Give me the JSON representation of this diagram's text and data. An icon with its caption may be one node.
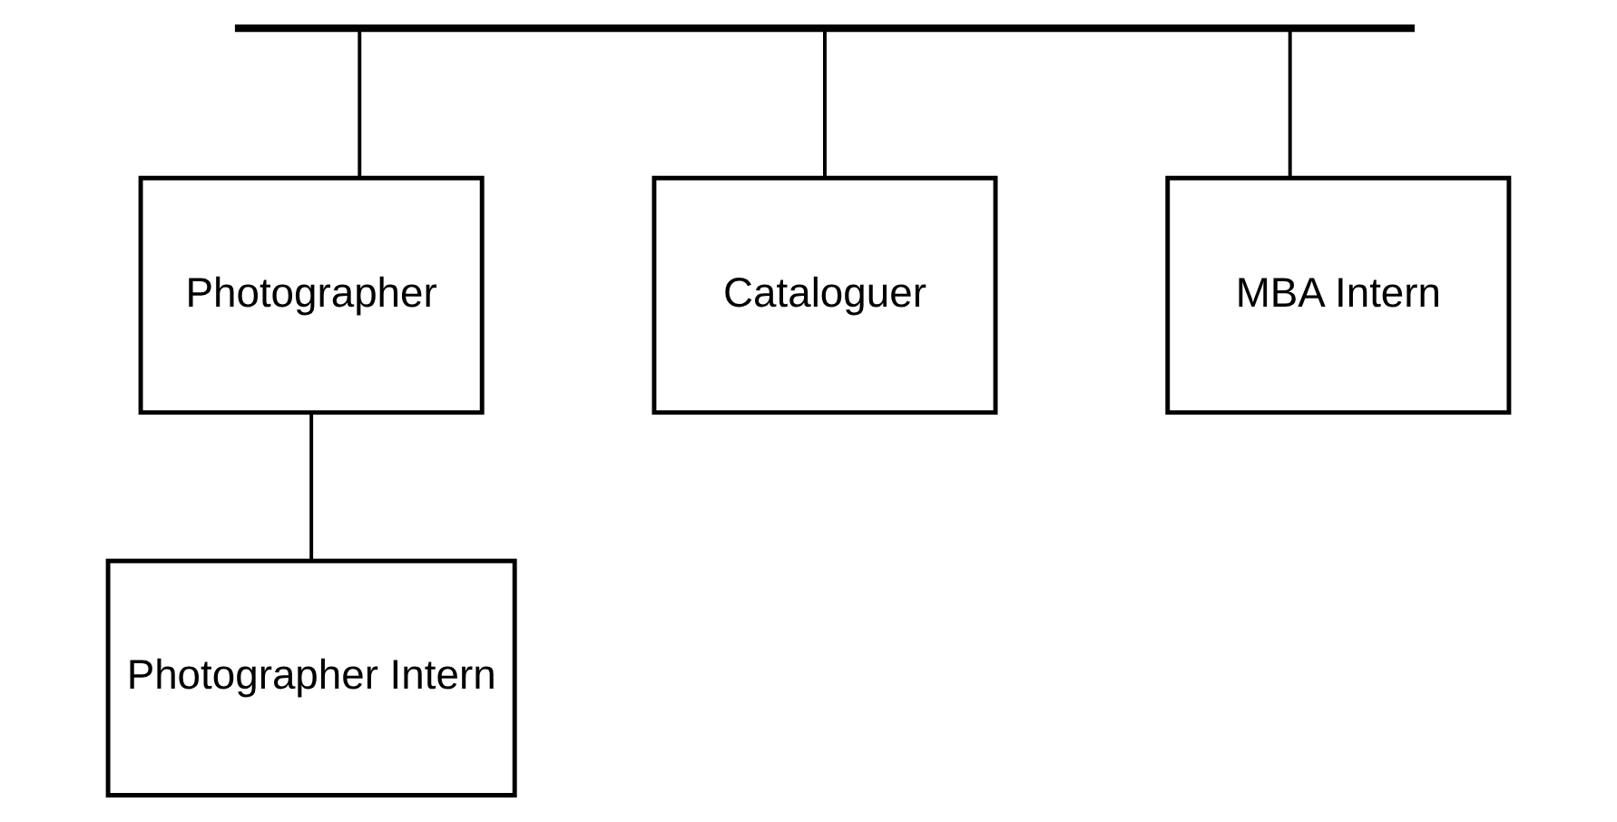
{
  "diagram": {
    "nodes": [
      {
        "text": [],
        "shape": "bar"
      },
      {
        "text": [
          "Photographer"
        ]
      },
      {
        "text": [
          "Cataloguer"
        ]
      },
      {
        "text": [
          "MBA Intern"
        ]
      },
      {
        "text": [
          "Photographer Intern"
        ]
      }
    ],
    "edges": [
      {
        "from": 0,
        "to": 1,
        "arrow": "none"
      },
      {
        "from": 0,
        "to": 2,
        "arrow": "none"
      },
      {
        "from": 0,
        "to": 3,
        "arrow": "none"
      },
      {
        "from": 1,
        "to": 4,
        "arrow": "none"
      }
    ]
  }
}
